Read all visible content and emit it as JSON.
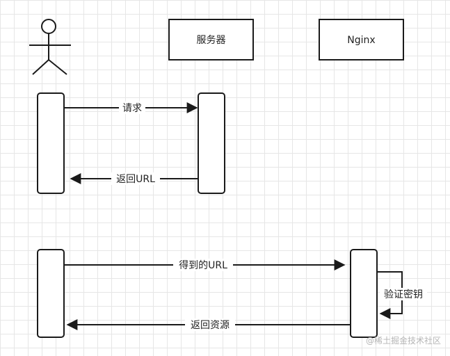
{
  "participants": {
    "server": "服务器",
    "nginx": "Nginx"
  },
  "messages": {
    "request": "请求",
    "return_url": "返回URL",
    "got_url": "得到的URL",
    "verify_key": "验证密钥",
    "return_resource": "返回资源"
  },
  "watermark": "@稀土掘金技术社区"
}
